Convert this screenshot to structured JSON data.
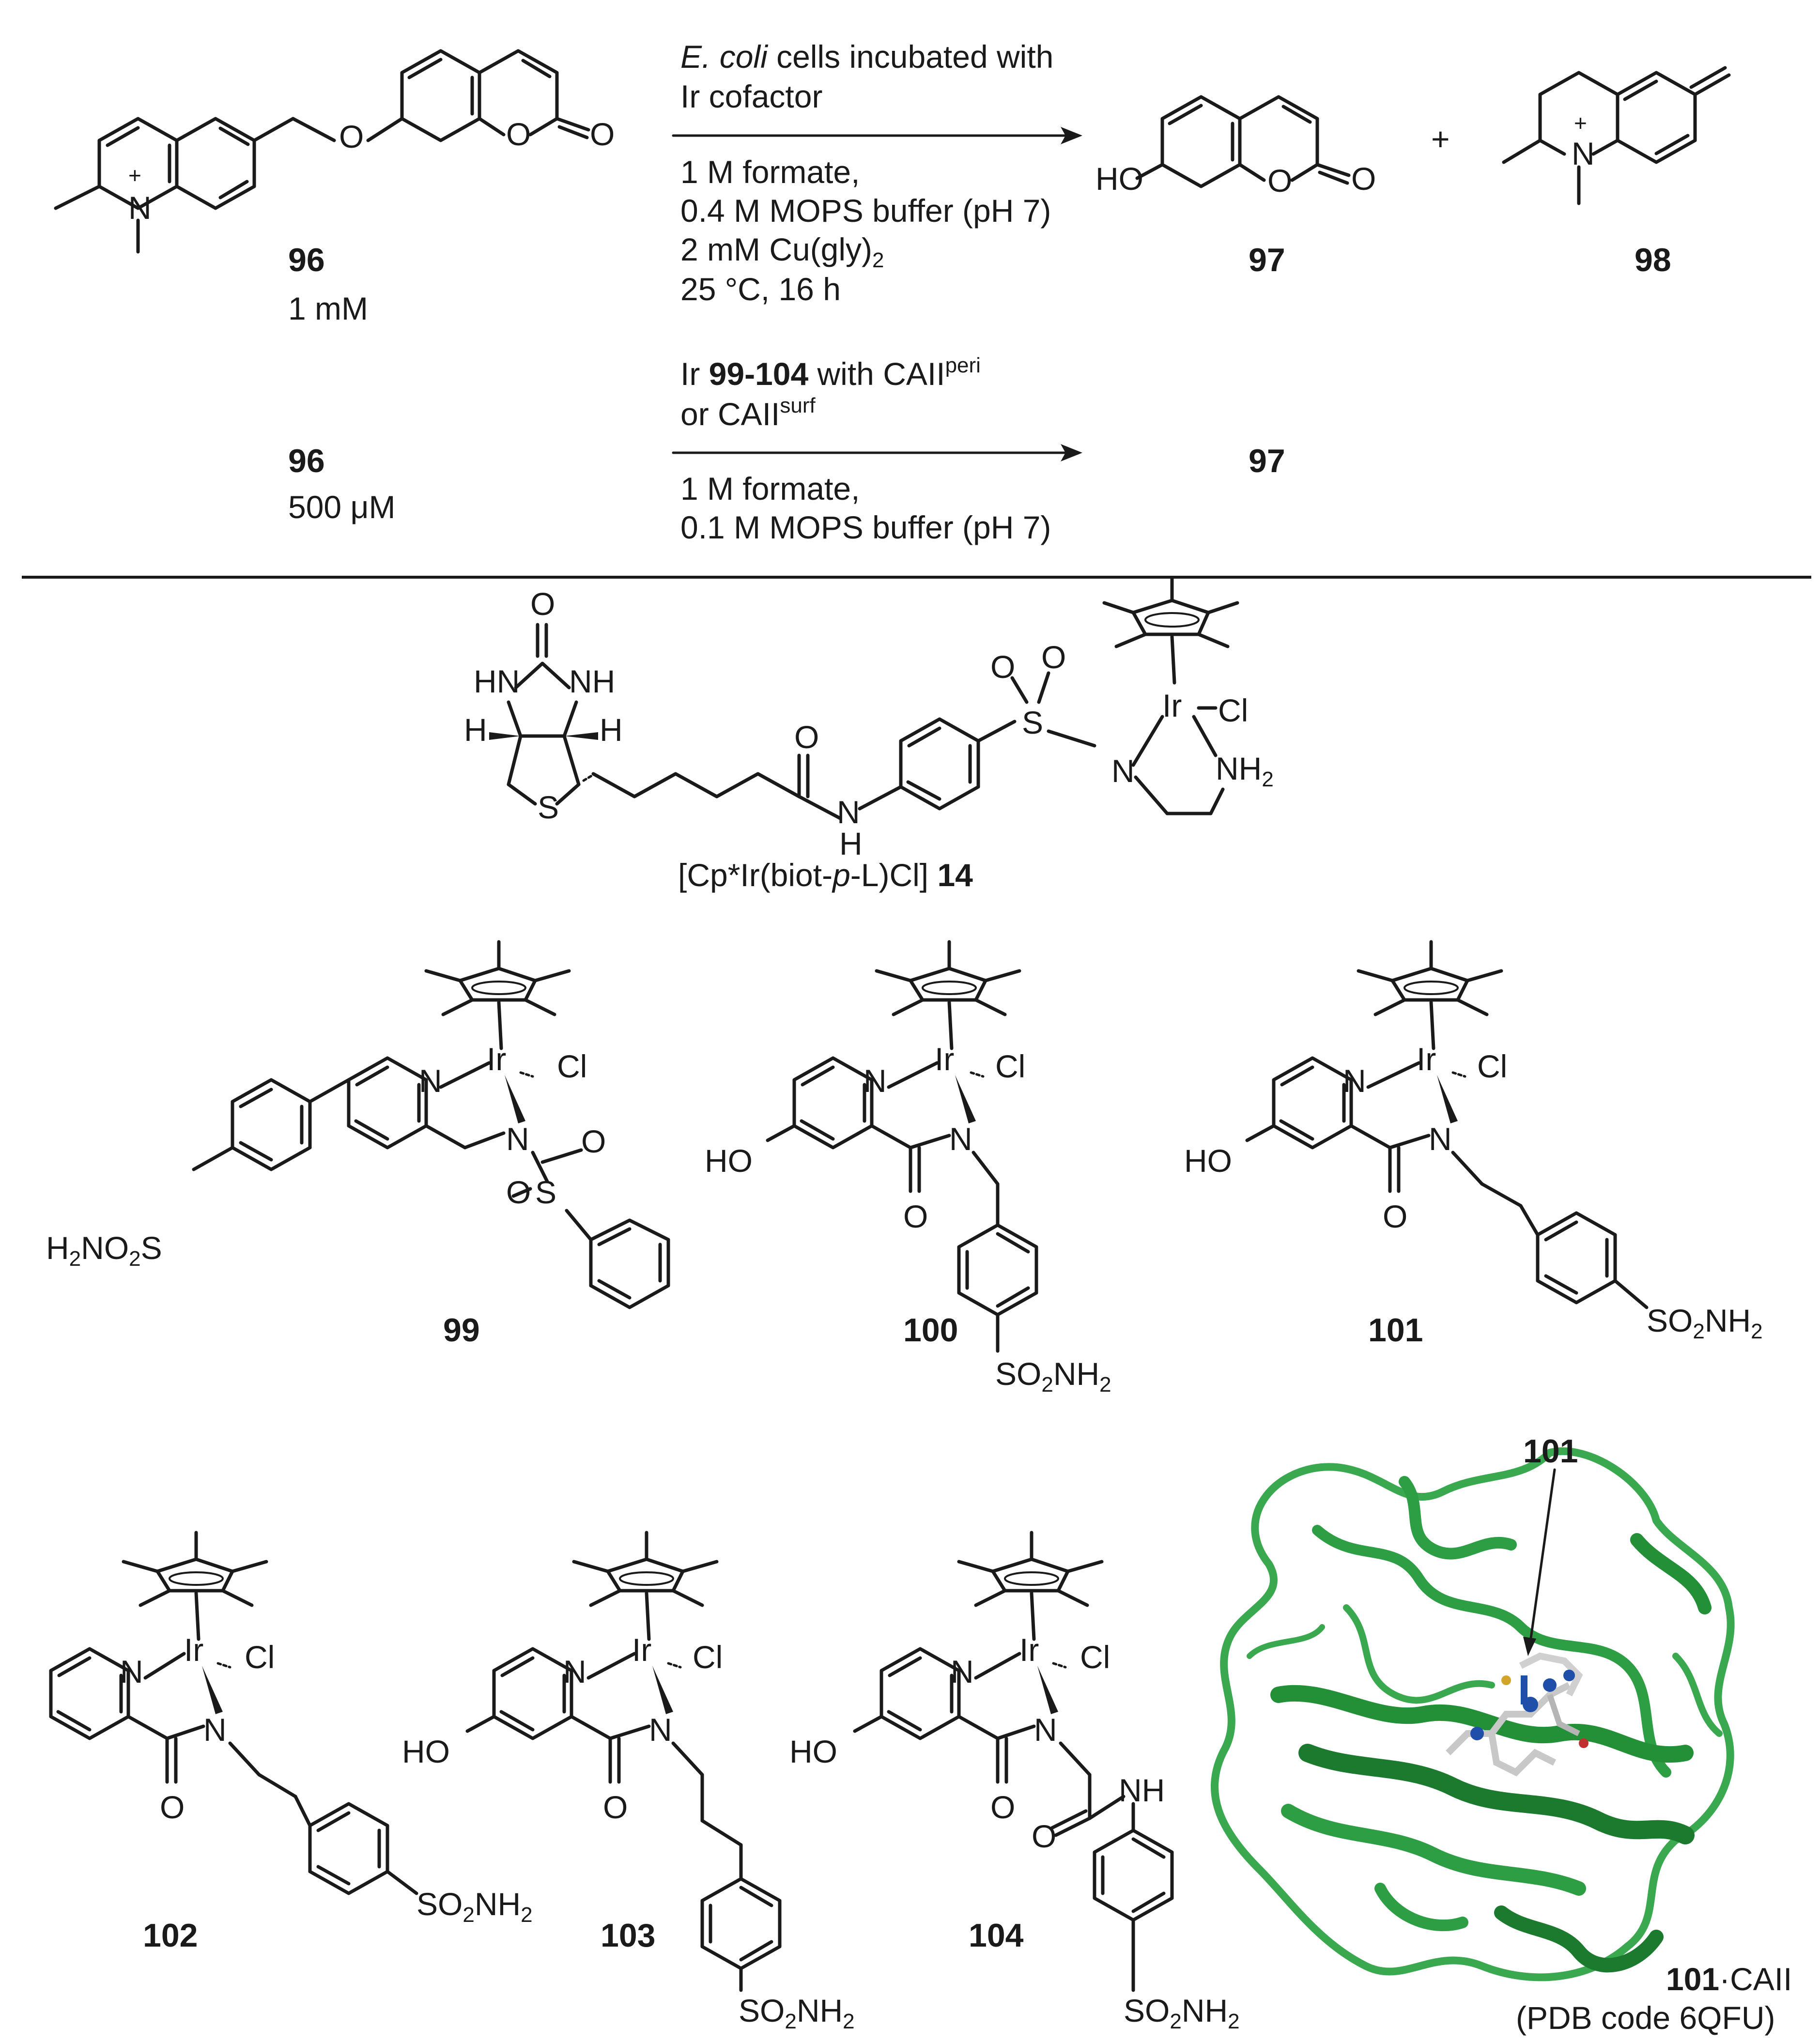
{
  "scheme_top": {
    "reagent_above": [
      "E. coli",
      " cells incubated with",
      "Ir cofactor"
    ],
    "conditions_below": [
      "1 M formate,",
      "0.4 M MOPS buffer (pH 7)",
      "2 mM Cu(gly)",
      "2",
      "25 °C, 16 h"
    ],
    "substrate_label": "96",
    "substrate_conc": "1 mM",
    "product1_label": "97",
    "plus": "+",
    "product2_label": "98"
  },
  "scheme_bottom": {
    "reagent_line1_prefix": "Ir ",
    "reagent_line1_bold": "99-104",
    "reagent_line1_suffix": " with CAII",
    "reagent_line1_sup": "peri",
    "reagent_line2_prefix": "or CAII",
    "reagent_line2_sup": "surf",
    "conditions_below": [
      "1 M formate,",
      "0.1 M MOPS buffer (pH 7)"
    ],
    "substrate_label": "96",
    "substrate_conc": "500 μM",
    "product_label": "97"
  },
  "cofactor_14": {
    "caption_prefix": "[Cp*Ir(biot-",
    "caption_italic": "p",
    "caption_suffix": "-L)Cl] ",
    "caption_bold": "14"
  },
  "compounds": [
    "99",
    "100",
    "101",
    "102",
    "103",
    "104"
  ],
  "atoms": {
    "O": "O",
    "N": "N",
    "S": "S",
    "H": "H",
    "HN": "HN",
    "NH": "NH",
    "HO": "HO",
    "Ir": "Ir",
    "Cl": "Cl",
    "NH2": "NH",
    "two": "2",
    "plus": "+",
    "SO2NH2": [
      "SO",
      "2",
      "NH",
      "2"
    ],
    "H2NO2S": [
      "H",
      "2",
      "NO",
      "2",
      "S"
    ]
  },
  "protein": {
    "pointer_label": "101",
    "caption_bold": "101",
    "caption_rest": "·CAII",
    "pdb": "(PDB code 6QFU)",
    "colors": {
      "ribbon": "#2e9e44",
      "ribbon_dark": "#1b7a2e",
      "ligand_blue": "#1f4fa8",
      "ligand_grey": "#c8c8c8"
    }
  }
}
